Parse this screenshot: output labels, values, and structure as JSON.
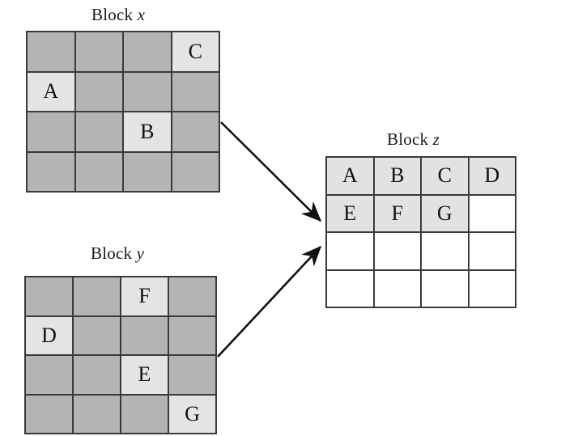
{
  "figure": {
    "type": "diagram",
    "description": "Two source 4x4 blocks (x and y) with sparsely marked cells feeding arrows into a densely packed destination block z",
    "background_color": "#ffffff",
    "line_color": "#3a3a3a",
    "cell_plain_color": "#b4b4b4",
    "cell_marked_color": "#e4e4e4",
    "cell_filled_color": "#e2e2e2",
    "cell_empty_color": "#ffffff"
  },
  "blocks": [
    {
      "id": "block-x",
      "title_prefix": "Block",
      "title_var": "x",
      "rows": 4,
      "cols": 4,
      "cells": [
        {
          "label": "",
          "state": "plain"
        },
        {
          "label": "",
          "state": "plain"
        },
        {
          "label": "",
          "state": "plain"
        },
        {
          "label": "C",
          "state": "marked"
        },
        {
          "label": "A",
          "state": "marked"
        },
        {
          "label": "",
          "state": "plain"
        },
        {
          "label": "",
          "state": "plain"
        },
        {
          "label": "",
          "state": "plain"
        },
        {
          "label": "",
          "state": "plain"
        },
        {
          "label": "",
          "state": "plain"
        },
        {
          "label": "B",
          "state": "marked"
        },
        {
          "label": "",
          "state": "plain"
        },
        {
          "label": "",
          "state": "plain"
        },
        {
          "label": "",
          "state": "plain"
        },
        {
          "label": "",
          "state": "plain"
        },
        {
          "label": "",
          "state": "plain"
        }
      ]
    },
    {
      "id": "block-y",
      "title_prefix": "Block",
      "title_var": "y",
      "rows": 4,
      "cols": 4,
      "cells": [
        {
          "label": "",
          "state": "plain"
        },
        {
          "label": "",
          "state": "plain"
        },
        {
          "label": "F",
          "state": "marked"
        },
        {
          "label": "",
          "state": "plain"
        },
        {
          "label": "D",
          "state": "marked"
        },
        {
          "label": "",
          "state": "plain"
        },
        {
          "label": "",
          "state": "plain"
        },
        {
          "label": "",
          "state": "plain"
        },
        {
          "label": "",
          "state": "plain"
        },
        {
          "label": "",
          "state": "plain"
        },
        {
          "label": "E",
          "state": "marked"
        },
        {
          "label": "",
          "state": "plain"
        },
        {
          "label": "",
          "state": "plain"
        },
        {
          "label": "",
          "state": "plain"
        },
        {
          "label": "",
          "state": "plain"
        },
        {
          "label": "G",
          "state": "marked"
        }
      ]
    },
    {
      "id": "block-z",
      "title_prefix": "Block",
      "title_var": "z",
      "rows": 4,
      "cols": 4,
      "cells": [
        {
          "label": "A",
          "state": "filled"
        },
        {
          "label": "B",
          "state": "filled"
        },
        {
          "label": "C",
          "state": "filled"
        },
        {
          "label": "D",
          "state": "filled"
        },
        {
          "label": "E",
          "state": "filled"
        },
        {
          "label": "F",
          "state": "filled"
        },
        {
          "label": "G",
          "state": "filled"
        },
        {
          "label": "",
          "state": "empty"
        },
        {
          "label": "",
          "state": "empty"
        },
        {
          "label": "",
          "state": "empty"
        },
        {
          "label": "",
          "state": "empty"
        },
        {
          "label": "",
          "state": "empty"
        },
        {
          "label": "",
          "state": "empty"
        },
        {
          "label": "",
          "state": "empty"
        },
        {
          "label": "",
          "state": "empty"
        },
        {
          "label": "",
          "state": "empty"
        }
      ]
    }
  ],
  "arrows": [
    {
      "id": "arrow-x-to-z",
      "from": "block-x",
      "to": "block-z"
    },
    {
      "id": "arrow-y-to-z",
      "from": "block-y",
      "to": "block-z"
    }
  ],
  "watermark": {
    "text": ""
  }
}
